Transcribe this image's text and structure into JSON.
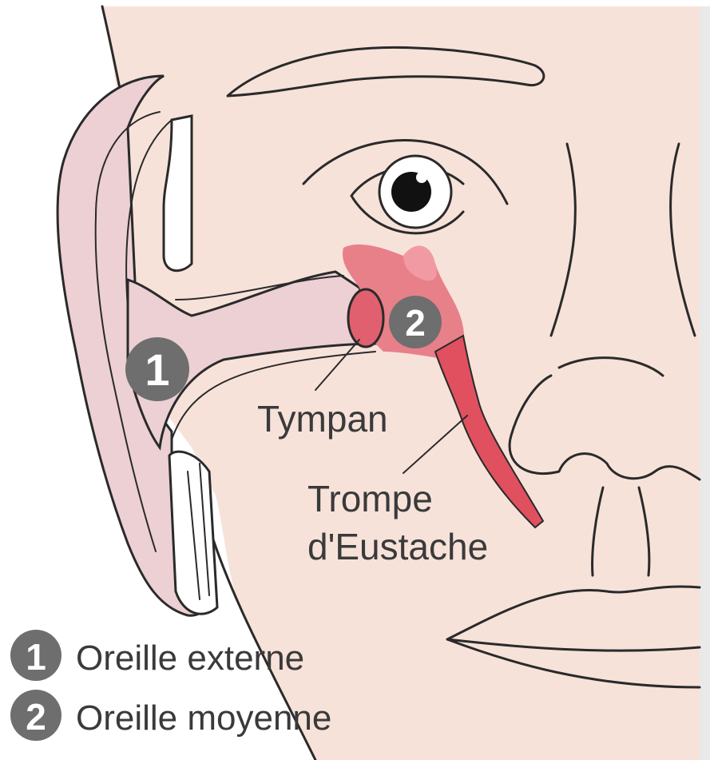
{
  "labels": {
    "tympan": "Tympan",
    "trompe_line1": "Trompe",
    "trompe_line2": "d'Eustache"
  },
  "markers": {
    "one": "1",
    "two": "2"
  },
  "legend": [
    {
      "number": "1",
      "text": "Oreille externe"
    },
    {
      "number": "2",
      "text": "Oreille moyenne"
    }
  ],
  "colors": {
    "skin": "#f7e2da",
    "ear_canal": "#ecd0d4",
    "middle_ear": "#e8808a",
    "eustachian_tube": "#e0505e",
    "marker": "#6e6e6e",
    "outline": "#2a2a2a"
  }
}
